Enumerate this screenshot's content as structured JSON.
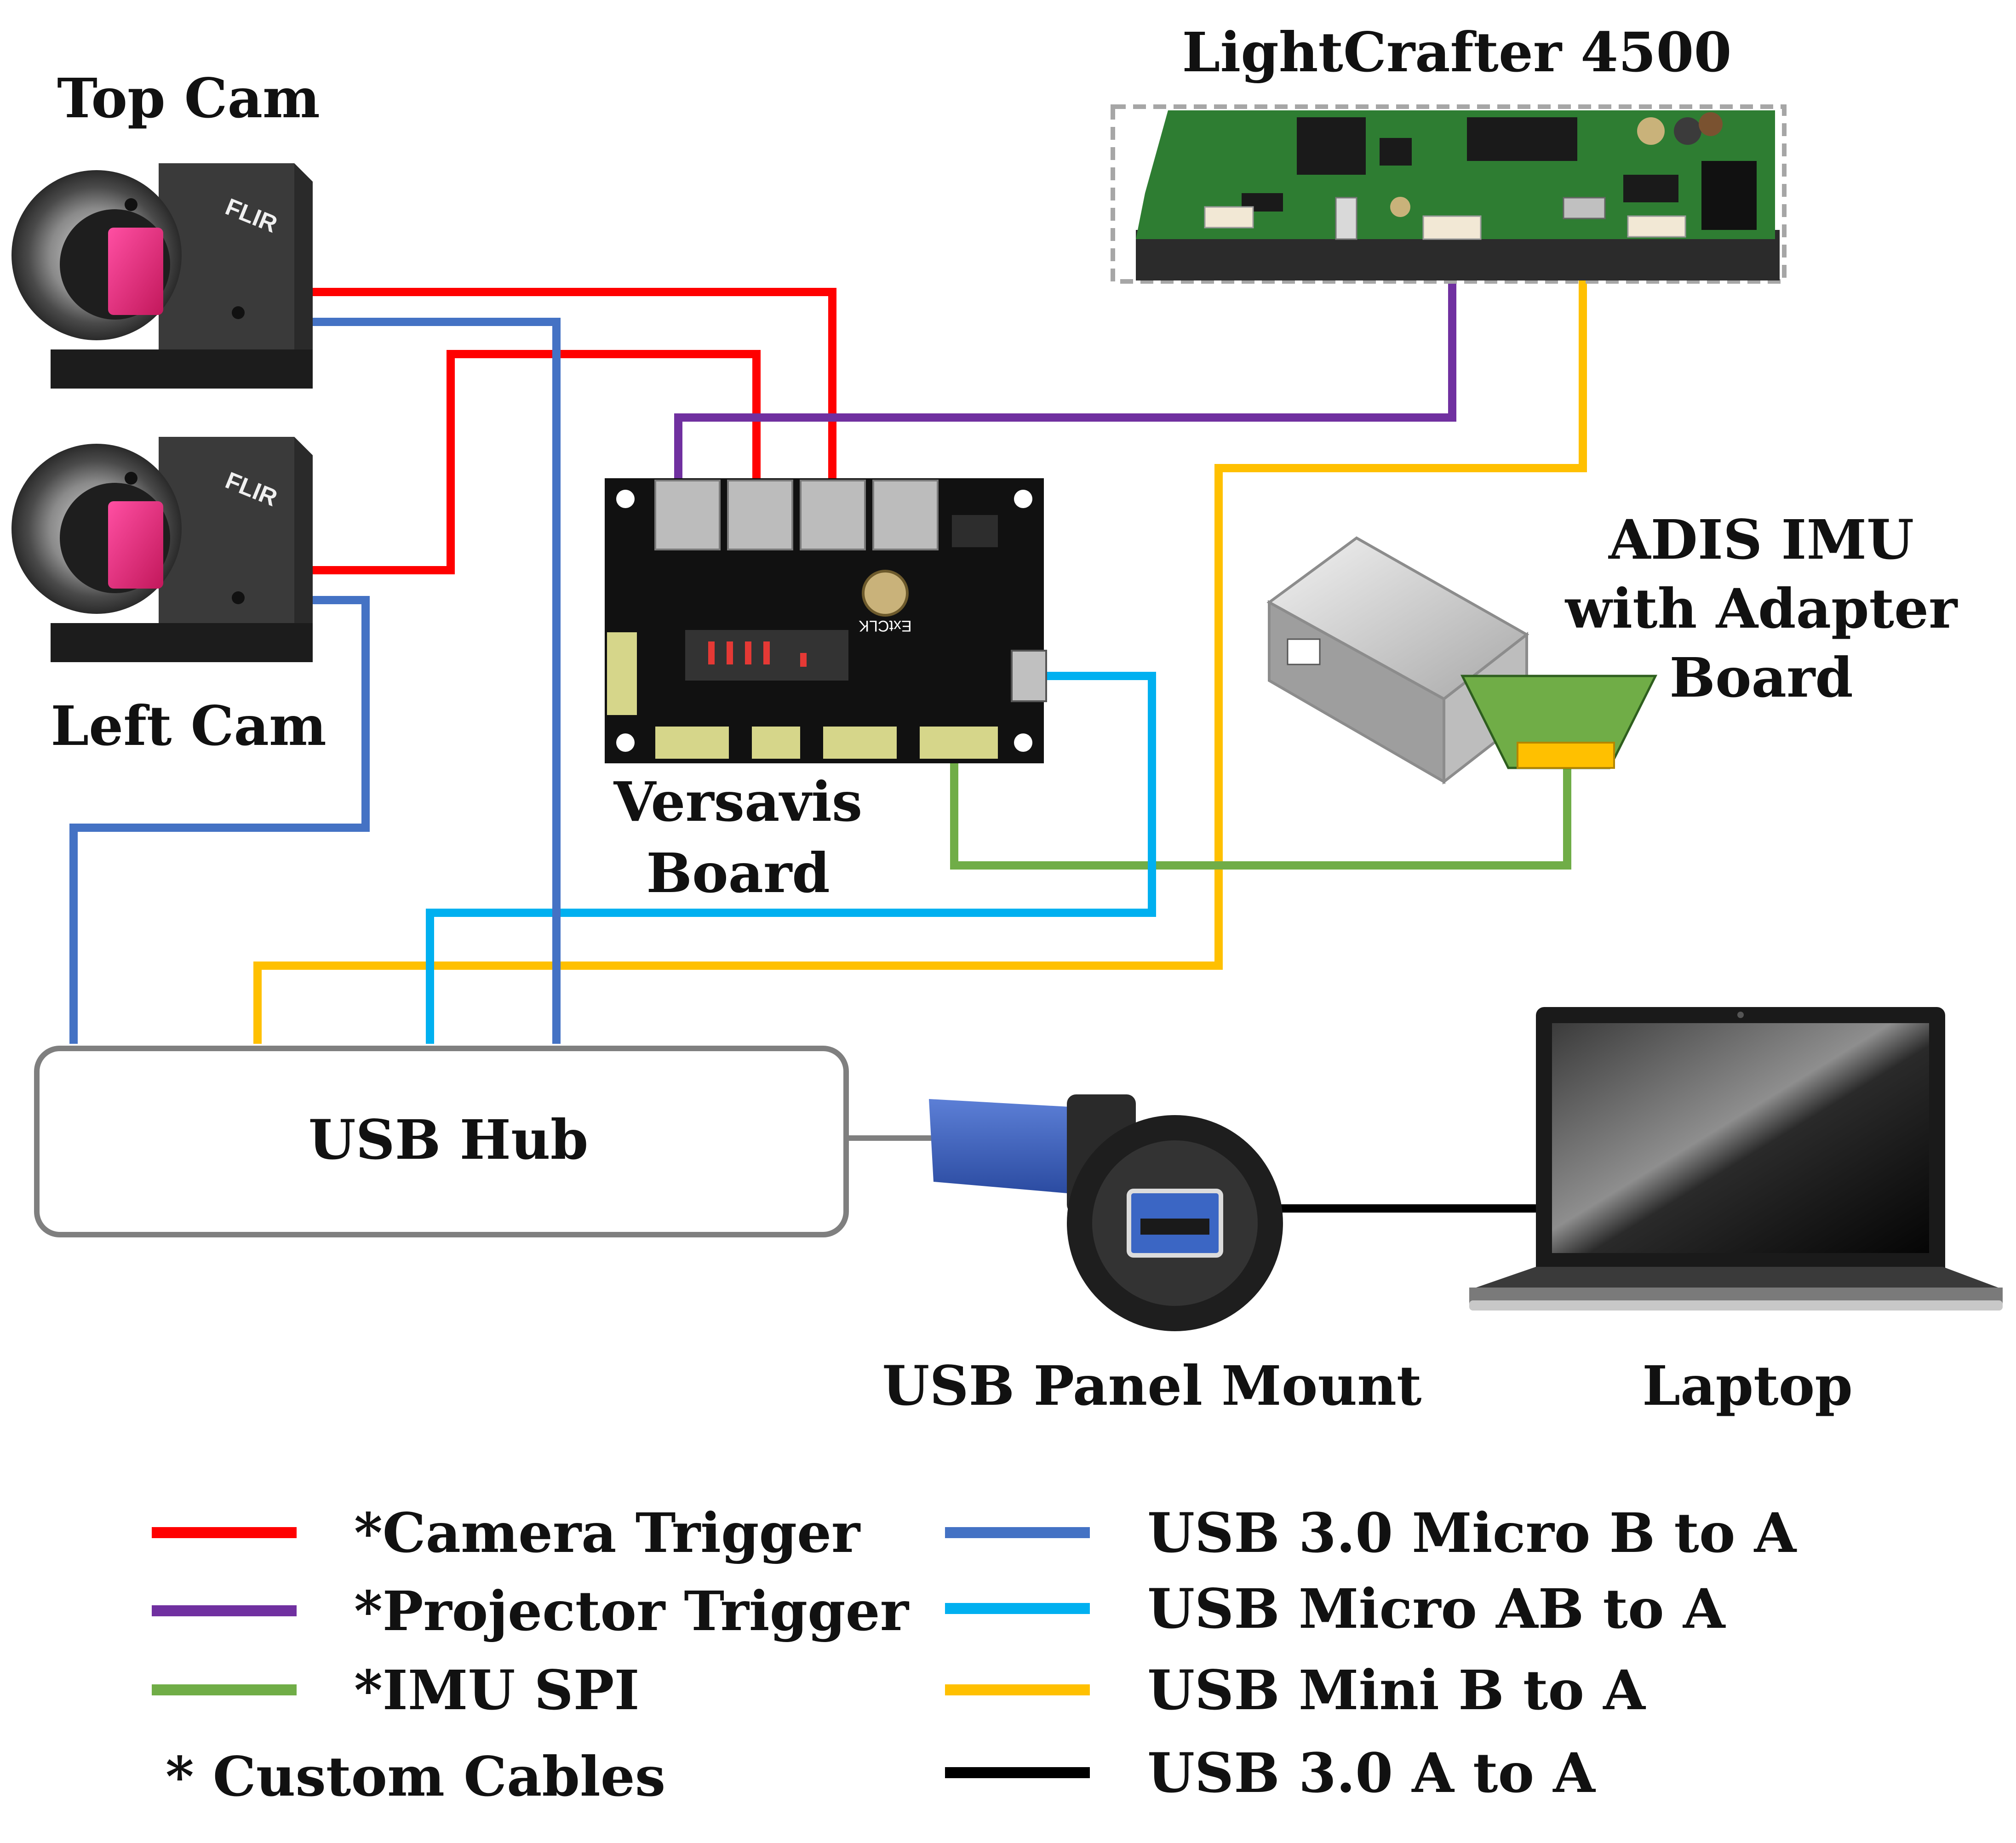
{
  "labels": {
    "top_cam": "Top Cam",
    "left_cam": "Left Cam",
    "lightcrafter": "LightCrafter 4500",
    "versavis_line1": "Versavis",
    "versavis_line2": "Board",
    "imu_line1": "ADIS IMU",
    "imu_line2": "with Adapter",
    "imu_line3": "Board",
    "usb_hub": "USB Hub",
    "panel_mount": "USB Panel Mount",
    "laptop": "Laptop",
    "flir_logo": "FLIR",
    "exiclk": "ExtCLK"
  },
  "legend": {
    "left": [
      {
        "label": "*Camera Trigger",
        "color": "#ff0000"
      },
      {
        "label": "*Projector Trigger",
        "color": "#7030a0"
      },
      {
        "label": "*IMU SPI",
        "color": "#70ad47"
      }
    ],
    "note": "* Custom Cables",
    "right": [
      {
        "label": "USB 3.0 Micro B to A",
        "color": "#4472c4"
      },
      {
        "label": "USB Micro AB to A",
        "color": "#00b0f0"
      },
      {
        "label": "USB Mini B to A",
        "color": "#ffc000"
      },
      {
        "label": "USB 3.0 A to A",
        "color": "#000000"
      }
    ]
  },
  "colors": {
    "camera_trigger": "#ff0000",
    "projector_trigger": "#7030a0",
    "imu_spi": "#70ad47",
    "usb3_micro_b": "#4472c4",
    "usb_micro_ab": "#00b0f0",
    "usb_mini_b": "#ffc000",
    "usb3_a_to_a": "#000000",
    "hub_border": "#7f7f7f",
    "pcb_green": "#2e7d32",
    "adapter_green": "#70ad47"
  },
  "icons": {
    "top_camera": "flir-camera-icon",
    "left_camera": "flir-camera-icon",
    "projector": "circuit-board-icon",
    "versavis": "circuit-board-icon",
    "imu": "imu-module-icon",
    "panel_mount": "usb-panel-mount-icon",
    "laptop": "laptop-icon"
  }
}
